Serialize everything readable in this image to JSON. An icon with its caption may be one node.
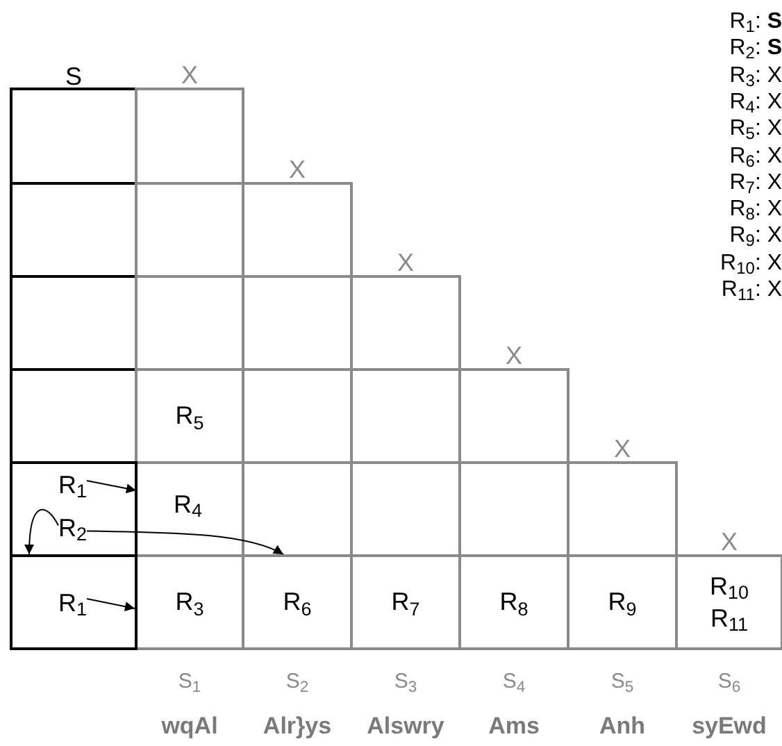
{
  "diagram": {
    "nodes": [
      {
        "text": [
          "R$_{5}$"
        ]
      },
      {
        "text": [],
        "shape": "box"
      },
      {
        "text": [
          "R$_{1}$"
        ],
        "in": 1
      },
      {
        "text": [
          "R$_{2}$"
        ],
        "in": 1
      },
      {
        "text": [
          "R$_{4}$"
        ]
      },
      {
        "text": [],
        "shape": "box"
      },
      {
        "text": [
          "R$_{1}$"
        ],
        "in": 5
      },
      {
        "text": [
          "R$_{3}$"
        ]
      },
      {
        "text": [
          "R$_{6}$"
        ]
      },
      {
        "text": [
          "R$_{7}$"
        ]
      },
      {
        "text": [
          "R$_{8}$"
        ]
      },
      {
        "text": [
          "R$_{9}$"
        ]
      },
      {
        "text": [
          "R$_{10}$",
          "R$_{11}$"
        ]
      }
    ],
    "edges": [
      {
        "from": 2,
        "to": null,
        "arrow": "to"
      },
      {
        "from": 3,
        "to": 5,
        "arrow": "to"
      },
      {
        "from": 3,
        "to": 8,
        "arrow": "to"
      },
      {
        "from": 6,
        "to": 7,
        "arrow": "to"
      }
    ],
    "labels": [
      "R$_{1}$: **S**",
      "R$_{2}$: **S**",
      "R$_{3}$: X",
      "R$_{4}$: X",
      "R$_{5}$: X",
      "R$_{6}$: X",
      "R$_{7}$: X",
      "R$_{8}$: X",
      "R$_{9}$: X",
      "R$_{10}$: X",
      "R$_{11}$: X",
      "S",
      "X",
      "X",
      "X",
      "X",
      "X",
      "X",
      "S$_{1}$",
      "S$_{2}$",
      "S$_{3}$",
      "S$_{4}$",
      "S$_{5}$",
      "S$_{6}$",
      "wqAl",
      "Alr}ys",
      "Alswry",
      "Ams",
      "Anh",
      "syEwd"
    ]
  }
}
